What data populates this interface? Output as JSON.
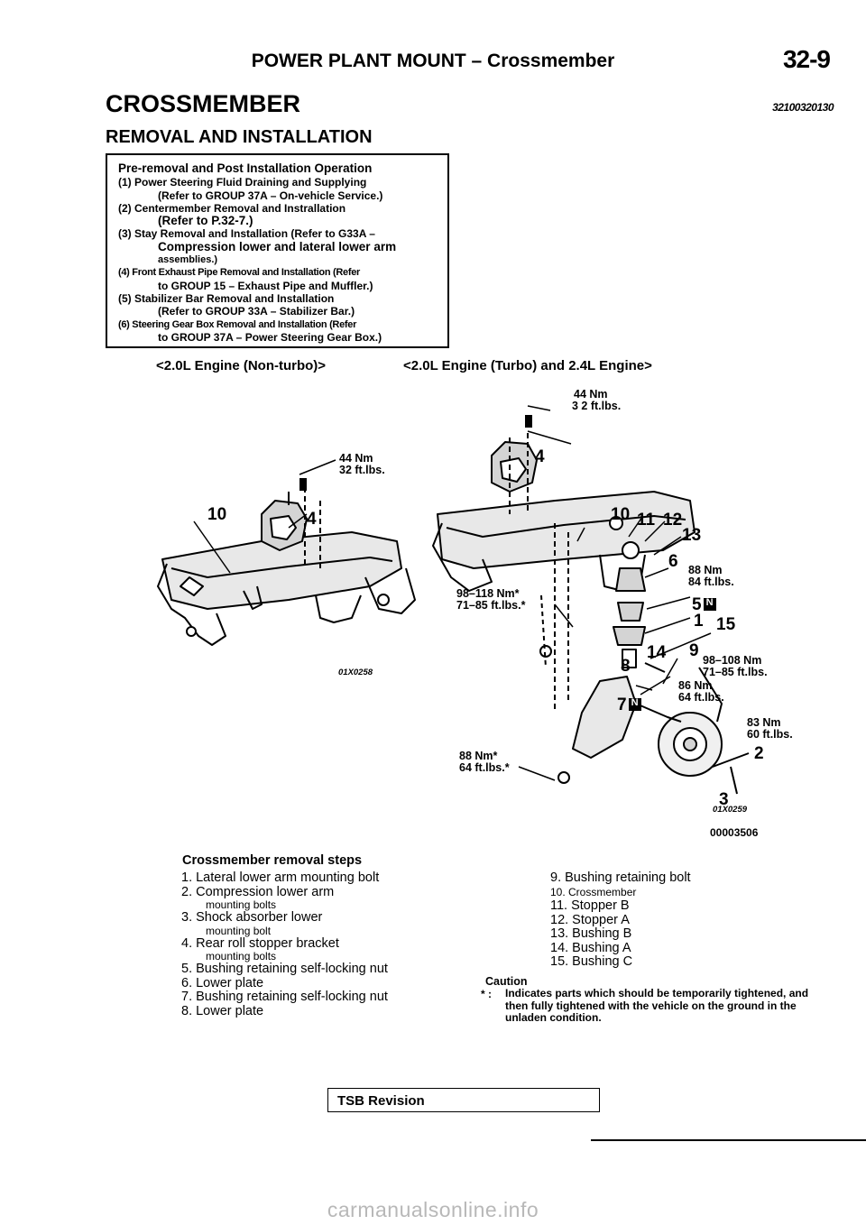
{
  "header": {
    "title": "POWER PLANT MOUNT – Crossmember",
    "page_number": "32-9"
  },
  "section": {
    "title": "CROSSMEMBER",
    "code": "32100320130",
    "subtitle": "REMOVAL AND INSTALLATION"
  },
  "operations": {
    "heading": "Pre-removal and Post Installation Operation",
    "items": [
      "(1) Power Steering Fluid Draining and Supplying",
      "(Refer to GROUP 37A – On-vehicle Service.)",
      "(2) Centermember Removal and Instrallation",
      "(Refer to P.32-7.)",
      "(3) Stay Removal and Installation (Refer to G33A –",
      "Compression lower and lateral lower arm",
      "assemblies.)",
      "(4) Front Exhaust Pipe Removal and Installation (Refer",
      "to GROUP 15 – Exhaust Pipe and Muffler.)",
      "(5) Stabilizer Bar Removal and Installation",
      "(Refer to GROUP 33A – Stabilizer Bar.)",
      "(6) Steering Gear Box Removal and Installation (Refer",
      "to GROUP 37A – Power Steering Gear Box.)"
    ]
  },
  "figures": {
    "left": {
      "caption": "<2.0L Engine (Non-turbo)>",
      "torque": [
        "44 Nm",
        "32 ft.lbs."
      ],
      "callouts": [
        "10",
        "4"
      ],
      "code": "01X0258"
    },
    "right": {
      "caption": "<2.0L Engine (Turbo) and 2.4L Engine>",
      "torque_top": [
        "44 Nm",
        "3 2 ft.lbs."
      ],
      "torque_88": [
        "88 Nm",
        "84 ft.lbs."
      ],
      "torque_98_118": [
        "98–118 Nm*",
        "71–85 ft.lbs.*"
      ],
      "torque_98_108": [
        "98–108 Nm",
        "71–85 ft.lbs."
      ],
      "torque_86": [
        "86 Nm",
        "64 ft.lbs."
      ],
      "torque_83": [
        "83 Nm",
        "60 ft.lbs."
      ],
      "torque_88b": [
        "88 Nm*",
        "64 ft.lbs.*"
      ],
      "callouts": [
        "4",
        "10",
        "11",
        "12",
        "13",
        "6",
        "5",
        "1",
        "15",
        "14",
        "9",
        "8",
        "7",
        "2",
        "3"
      ],
      "code": "01X0259",
      "figure_id": "00003506"
    }
  },
  "steps": {
    "heading": "Crossmember removal steps",
    "left": [
      {
        "main": "1. Lateral lower arm mounting bolt"
      },
      {
        "main": "2. Compression lower arm",
        "sub": "mounting bolts"
      },
      {
        "main": "3. Shock absorber lower",
        "sub": "mounting bolt"
      },
      {
        "main": "4. Rear roll stopper bracket",
        "sub": "mounting bolts"
      },
      {
        "main": "5. Bushing retaining self-locking nut"
      },
      {
        "main": "6. Lower plate"
      },
      {
        "main": "7. Bushing retaining self-locking nut"
      },
      {
        "main": "8. Lower plate"
      }
    ],
    "right": [
      "9. Bushing retaining bolt",
      "10. Crossmember",
      "11. Stopper B",
      "12. Stopper A",
      "13. Bushing B",
      "14. Bushing A",
      "15. Bushing C"
    ]
  },
  "caution": {
    "heading": "Caution",
    "marker": "* :",
    "text": "Indicates parts which should be temporarily tightened, and then fully tightened with the vehicle on the ground in the unladen condition."
  },
  "footer": {
    "tsb": "TSB Revision",
    "watermark": "carmanualsonline.info"
  }
}
